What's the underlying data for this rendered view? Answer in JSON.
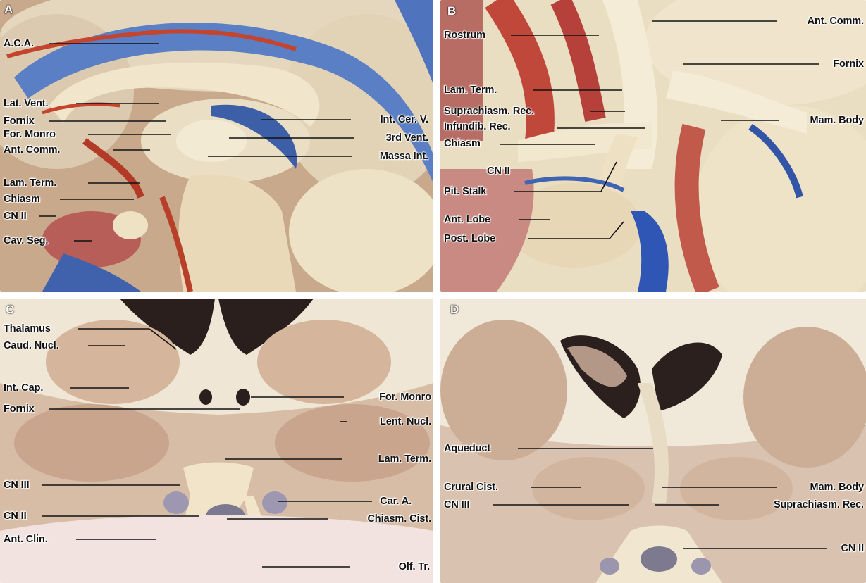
{
  "figure": {
    "panels": [
      {
        "letter": "A",
        "labels": [
          "A.C.A.",
          "Lat. Vent.",
          "Fornix",
          "For. Monro",
          "Ant. Comm.",
          "Lam. Term.",
          "Chiasm",
          "CN II",
          "Cav. Seg.",
          "Int. Cer. V.",
          "3rd Vent.",
          "Massa Int."
        ]
      },
      {
        "letter": "B",
        "labels": [
          "Rostrum",
          "Ant. Comm.",
          "Fornix",
          "Lam. Term.",
          "Suprachiasm. Rec.",
          "Infundib. Rec.",
          "Chiasm",
          "Mam. Body",
          "CN II",
          "Pit. Stalk",
          "Ant. Lobe",
          "Post. Lobe"
        ]
      },
      {
        "letter": "C",
        "labels": [
          "Thalamus",
          "Caud. Nucl.",
          "Int. Cap.",
          "Fornix",
          "For. Monro",
          "Lent. Nucl.",
          "Lam. Term.",
          "CN III",
          "Car. A.",
          "CN II",
          "Chiasm. Cist.",
          "Ant. Clin.",
          "Olf. Tr."
        ]
      },
      {
        "letter": "D",
        "labels": [
          "Aqueduct",
          "Crural Cist.",
          "Mam. Body",
          "CN III",
          "Suprachiasm. Rec.",
          "CN II"
        ]
      }
    ]
  }
}
